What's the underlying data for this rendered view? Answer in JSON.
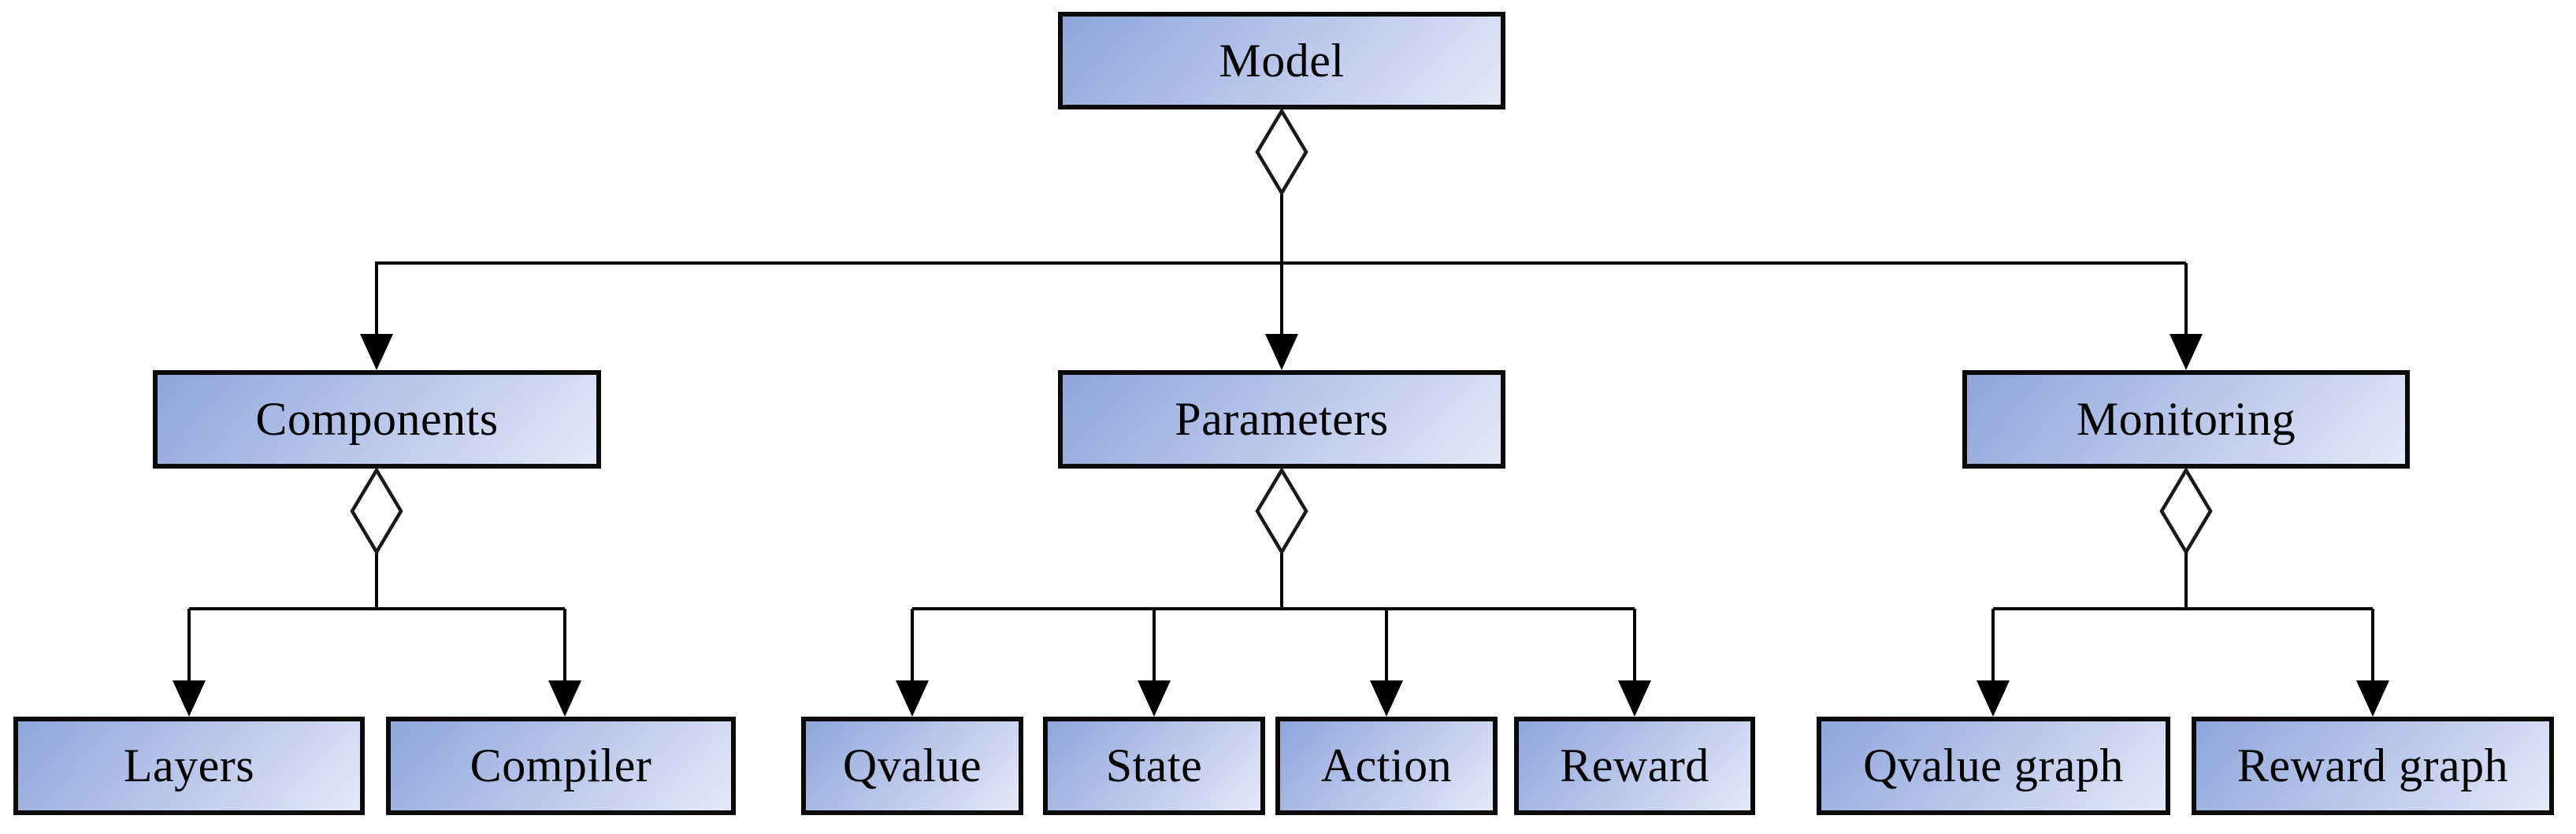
{
  "diagram": {
    "type": "hierarchy-aggregation-diagram",
    "background": "#ffffff",
    "colors": {
      "box_gradient_start": "#8fa5da",
      "box_gradient_mid": "#b7c5ea",
      "box_gradient_end": "#e4e9f8",
      "box_border": "#0a0a0a",
      "connector_line": "#000000",
      "arrowhead": "#000000",
      "diamond_fill": "#ffffff",
      "diamond_stroke": "#1a1a1a",
      "text": "#000000"
    },
    "icons": {
      "aggregation_diamond": "◇",
      "arrowhead_down": "▼"
    },
    "nodes": {
      "model": {
        "label": "Model",
        "children": [
          "components",
          "parameters",
          "monitoring"
        ]
      },
      "components": {
        "label": "Components",
        "children": [
          "layers",
          "compiler"
        ]
      },
      "parameters": {
        "label": "Parameters",
        "children": [
          "qvalue",
          "state",
          "action",
          "reward"
        ]
      },
      "monitoring": {
        "label": "Monitoring",
        "children": [
          "qvalue_graph",
          "reward_graph"
        ]
      },
      "layers": {
        "label": "Layers",
        "children": []
      },
      "compiler": {
        "label": "Compiler",
        "children": []
      },
      "qvalue": {
        "label": "Qvalue",
        "children": []
      },
      "state": {
        "label": "State",
        "children": []
      },
      "action": {
        "label": "Action",
        "children": []
      },
      "reward": {
        "label": "Reward",
        "children": []
      },
      "qvalue_graph": {
        "label": "Qvalue graph",
        "children": []
      },
      "reward_graph": {
        "label": "Reward graph",
        "children": []
      }
    }
  }
}
